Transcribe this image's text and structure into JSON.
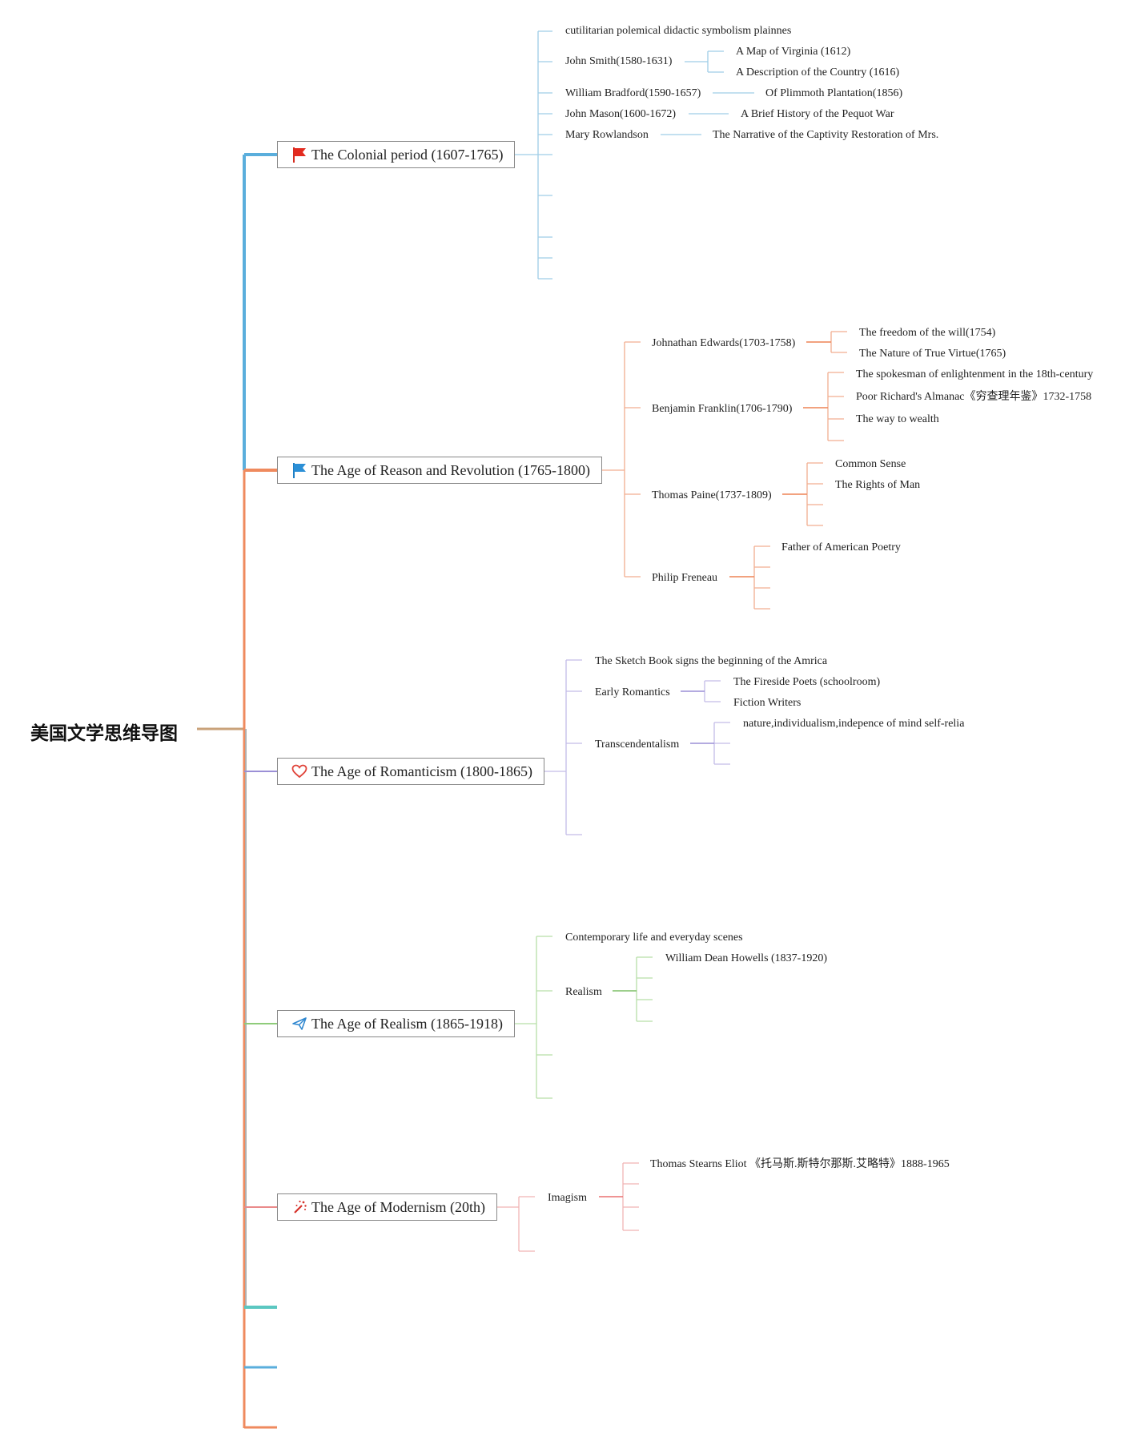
{
  "root": {
    "title": "美国文学思维导图"
  },
  "eras": {
    "colonial": {
      "label": "The Colonial period (1607-1765)",
      "icon": "red-flag-icon",
      "color": "#5aaedc",
      "items": {
        "style": "cutilitarian polemical didactic symbolism plainnes",
        "smith": "John Smith(1580-1631)",
        "smith_work1": "A Map of Virginia (1612)",
        "smith_work2": "A Description of the Country (1616)",
        "bradford": "William Bradford(1590-1657)",
        "bradford_work": "Of Plimmoth Plantation(1856)",
        "mason": "John Mason(1600-1672)",
        "mason_work": "A Brief History of the Pequot War",
        "rowlandson": "Mary Rowlandson",
        "rowlandson_work": "The Narrative of the Captivity Restoration of Mrs."
      }
    },
    "reason": {
      "label": "The Age of Reason and Revolution (1765-1800)",
      "icon": "blue-flag-icon",
      "color": "#ef8a5e",
      "items": {
        "edwards": "Johnathan Edwards(1703-1758)",
        "edwards_work1": "The freedom of the will(1754)",
        "edwards_work2": "The Nature of True Virtue(1765)",
        "franklin": "Benjamin Franklin(1706-1790)",
        "franklin_note1": "The spokesman of enlightenment in the 18th-century",
        "franklin_note2": "Poor Richard's Almanac《穷查理年鉴》1732-1758",
        "franklin_note3": "The way to wealth",
        "paine": "Thomas Paine(1737-1809)",
        "paine_work1": "Common Sense",
        "paine_work2": "The Rights of Man",
        "freneau": "Philip Freneau",
        "freneau_note": "Father of American Poetry"
      }
    },
    "romanticism": {
      "label": "The Age of Romanticism (1800-1865)",
      "icon": "heart-icon",
      "color": "#9b8fd6",
      "items": {
        "sketch": "The Sketch Book signs the beginning of the Amrica",
        "early": "Early Romantics",
        "early1": "The Fireside Poets (schoolroom)",
        "early2": "Fiction Writers",
        "trans": "Transcendentalism",
        "trans1": "nature,individualism,indepence of mind self-relia"
      }
    },
    "realism": {
      "label": "The Age of Realism (1865-1918)",
      "icon": "paper-plane-icon",
      "color": "#8fcc7a",
      "items": {
        "contemporary": "Contemporary life and everyday scenes",
        "realism": "Realism",
        "howells": "William Dean Howells (1837-1920)"
      }
    },
    "modernism": {
      "label": "The Age of Modernism (20th)",
      "icon": "sparkle-wand-icon",
      "color": "#ea8a8a",
      "items": {
        "imagism": "Imagism",
        "eliot": "Thomas Stearns Eliot 《托马斯.斯特尔那斯.艾略特》1888-1965"
      }
    }
  }
}
